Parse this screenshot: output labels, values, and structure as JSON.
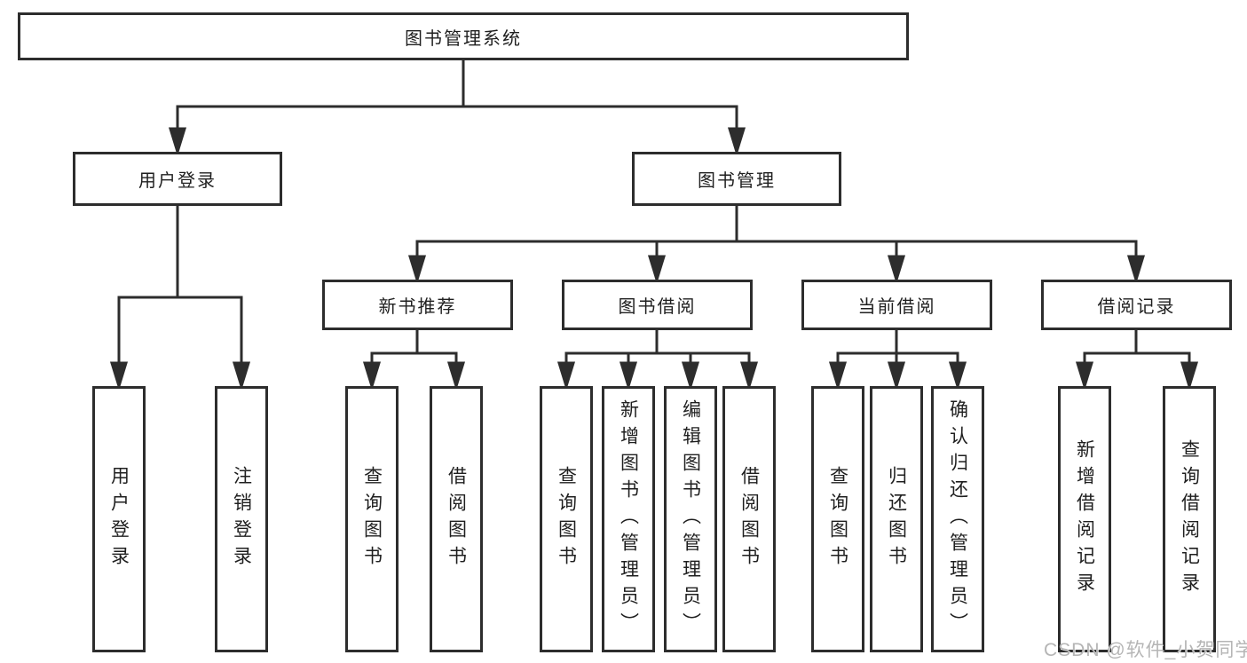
{
  "diagram": {
    "watermark": "CSDN @软件_小贺同学",
    "colors": {
      "line": "#2d2d2d",
      "box_border": "#2d2d2d",
      "box_background": "#ffffff",
      "text": "#1f1f1f",
      "watermark": "#b5b5b5"
    },
    "tree": {
      "label": "图书管理系统",
      "children": [
        {
          "label": "用户登录",
          "children": [
            {
              "label": "用户登录"
            },
            {
              "label": "注销登录"
            }
          ]
        },
        {
          "label": "图书管理",
          "children": [
            {
              "label": "新书推荐",
              "children": [
                {
                  "label": "查询图书"
                },
                {
                  "label": "借阅图书"
                }
              ]
            },
            {
              "label": "图书借阅",
              "children": [
                {
                  "label": "查询图书"
                },
                {
                  "label": "新增图书（管理员）"
                },
                {
                  "label": "编辑图书（管理员）"
                },
                {
                  "label": "借阅图书"
                }
              ]
            },
            {
              "label": "当前借阅",
              "children": [
                {
                  "label": "查询图书"
                },
                {
                  "label": "归还图书"
                },
                {
                  "label": "确认归还（管理员）"
                }
              ]
            },
            {
              "label": "借阅记录",
              "children": [
                {
                  "label": "新增借阅记录"
                },
                {
                  "label": "查询借阅记录"
                }
              ]
            }
          ]
        }
      ]
    }
  }
}
